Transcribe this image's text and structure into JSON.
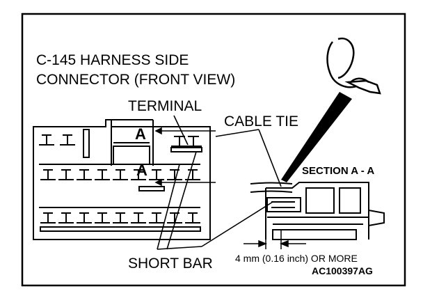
{
  "title": {
    "line1": "C-145 HARNESS SIDE",
    "line2": "CONNECTOR (FRONT VIEW)"
  },
  "labels": {
    "terminal": "TERMINAL",
    "cable_tie": "CABLE TIE",
    "short_bar": "SHORT BAR",
    "section": "SECTION A - A",
    "measurement": "4 mm (0.16 inch) OR MORE",
    "section_letter_top": "A",
    "section_letter_bottom": "A",
    "figure_code": "AC100397AG"
  },
  "icons": [
    "cable-tie-icon",
    "connector-front-view",
    "connector-section-view"
  ]
}
